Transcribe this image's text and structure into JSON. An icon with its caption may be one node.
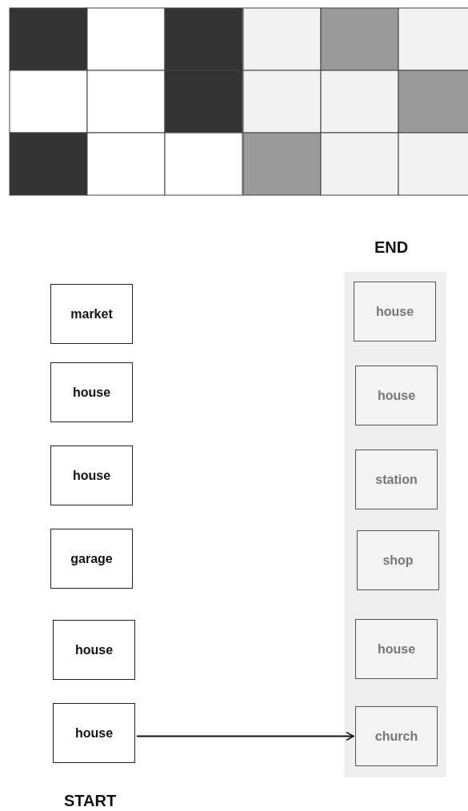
{
  "diagram": {
    "nodes": [
      {
        "text": [
          "market"
        ]
      },
      {
        "text": [
          "house"
        ]
      },
      {
        "text": [
          "house"
        ]
      },
      {
        "text": [
          "garage"
        ]
      },
      {
        "text": [
          "house"
        ]
      },
      {
        "text": [
          "house"
        ]
      },
      {
        "text": [
          "house"
        ]
      },
      {
        "text": [
          "house"
        ]
      },
      {
        "text": [
          "station"
        ]
      },
      {
        "text": [
          "shop"
        ]
      },
      {
        "text": [
          "house"
        ]
      },
      {
        "text": [
          "church"
        ]
      }
    ],
    "edges": [
      {
        "from": 5,
        "to": 11,
        "arrow": "to"
      }
    ],
    "labels": [
      "END",
      "START"
    ]
  }
}
